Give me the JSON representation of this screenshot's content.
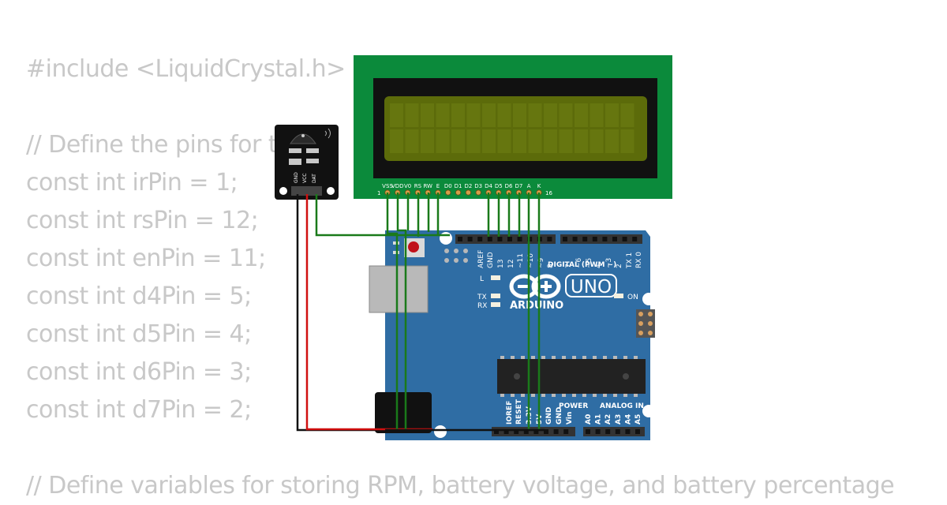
{
  "code_lines": [
    "#include <LiquidCrystal.h>",
    "// Define the pins for the IR",
    "const int irPin = 1;",
    "const int rsPin = 12;",
    "const int enPin = 11;",
    "const int d4Pin = 5;",
    "const int d5Pin = 4;",
    "const int d6Pin = 3;",
    "const int d7Pin = 2;",
    "// Define variables for storing RPM, battery voltage, and battery percentage"
  ],
  "lcd": {
    "pin_labels": [
      "VSS",
      "VDD",
      "V0",
      "RS",
      "RW",
      "E",
      "D0",
      "D1",
      "D2",
      "D3",
      "D4",
      "D5",
      "D6",
      "D7",
      "A",
      "K"
    ],
    "first_pin": "1",
    "last_pin": "16",
    "colors": {
      "pcb": "#0b8a3b",
      "bezel": "#111111",
      "screen": "#5c6b0a"
    }
  },
  "ir_sensor": {
    "pin_labels": [
      "GND",
      "VCC",
      "DAT"
    ]
  },
  "arduino": {
    "brand": "ARDUINO",
    "model": "UNO",
    "digital_header_label": "DIGITAL (PWM ~)",
    "digital_pins": [
      "AREF",
      "GND",
      "13",
      "12",
      "~11",
      "~10",
      "~9",
      "8",
      "7",
      "~6",
      "~5",
      "4",
      "~3",
      "2",
      "TX 1",
      "RX 0"
    ],
    "power_header_label": "POWER",
    "power_pins": [
      "IOREF",
      "RESET",
      "3.3V",
      "5V",
      "GND",
      "GND",
      "Vin"
    ],
    "analog_header_label": "ANALOG IN",
    "analog_pins": [
      "A0",
      "A1",
      "A2",
      "A3",
      "A4",
      "A5"
    ],
    "leds": {
      "l": "L",
      "tx": "TX",
      "rx": "RX",
      "on": "ON"
    },
    "colors": {
      "board": "#2f6da4",
      "header": "#333333"
    }
  },
  "wire_colors": {
    "signal": "#1a7a1a",
    "power": "#d01010",
    "ground": "#111111"
  }
}
